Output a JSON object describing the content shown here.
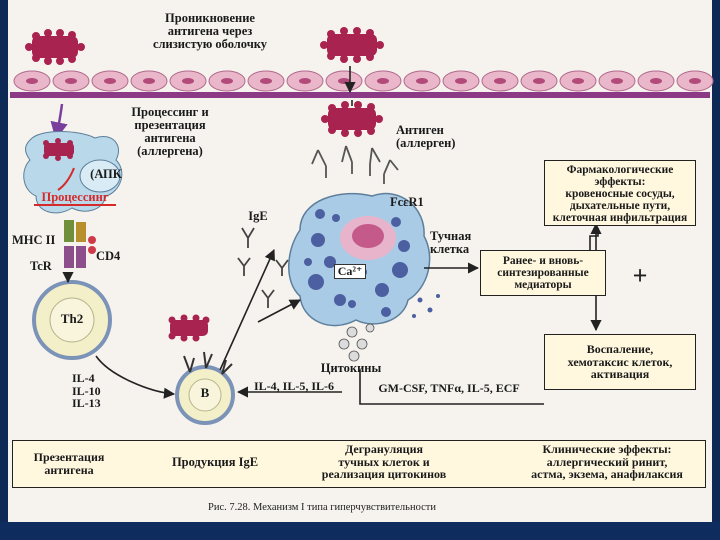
{
  "labels": {
    "penetration": "Проникновение\nантигена через\nслизистую оболочку",
    "processing_presentation": "Процессинг и\nпрезентация\nантигена\n(аллергена)",
    "apc": "(АПК",
    "processing": "Процессинг",
    "antigen": "Антиген\n(аллерген)",
    "fce_r1": "FcεR1",
    "ige": "IgE",
    "mast_cell": "Тучная\nклетка",
    "ca": "Ca²⁺",
    "mhc2": "MHC II",
    "cd4": "CD4",
    "tcr": "TcR",
    "th2": "Th2",
    "il_left": "IL-4\nIL-10\nIL-13",
    "b_cell": "B",
    "il_mid": "IL-4, IL-5, IL-6",
    "cytokines": "Цитокины",
    "cytokine_list": "GM-CSF, TNFα, IL-5, ECF",
    "pharm_effects": "Фармакологические\nэффекты:\nкровеносные сосуды,\nдыхательные пути,\nклеточная инфильтрация",
    "mediators": "Ранее- и вновь-\nсинтезированные\nмедиаторы",
    "plus": "+",
    "inflammation": "Воспаление,\nхемотаксис клеток,\nактивация",
    "bottom_presentation": "Презентация\nантигена",
    "bottom_ige": "Продукция IgE",
    "bottom_degranulation": "Дегрануляция\nтучных клеток и\nреализация цитокинов",
    "bottom_clinical": "Клинические эффекты:\nаллергический ринит,\nастма, экзема, анафилаксия",
    "caption": "Рис. 7.28. Механизм I типа гиперчувствительности"
  },
  "colors": {
    "antigen": "#a8234f",
    "epithelium_cell": "#e9b7c9",
    "epithelium_band": "#8c3a86",
    "apc_cell": "#b9d8ea",
    "mast_cell": "#a9cbe6",
    "granule": "#4c5fa0",
    "box_fill": "#fff8df",
    "arrow_purple": "#7a3f9d",
    "processing_red": "#d62a2a"
  }
}
